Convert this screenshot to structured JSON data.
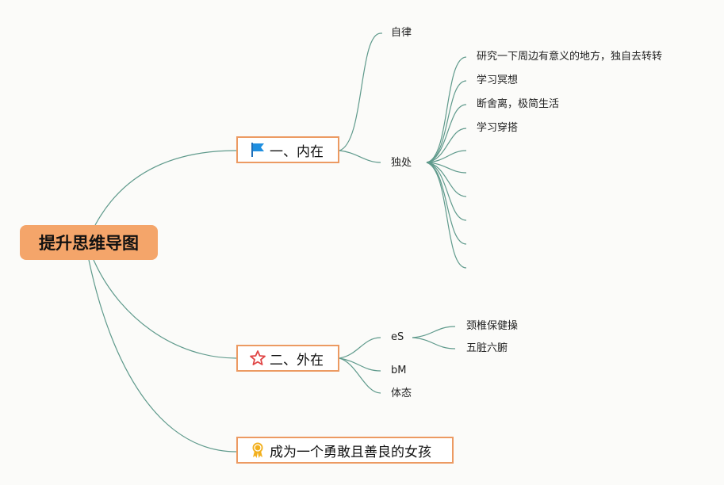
{
  "root": {
    "label": "提升思维导图"
  },
  "branches": [
    {
      "label": "一、内在",
      "icon": "flag-icon",
      "children": [
        {
          "label": "自律"
        },
        {
          "label": "独处",
          "children": [
            "研究一下周边有意义的地方，独自去转转",
            "学习冥想",
            "断舍离，极简生活",
            "学习穿搭",
            "",
            "",
            "",
            "",
            "",
            ""
          ]
        }
      ]
    },
    {
      "label": "二、外在",
      "icon": "star-icon",
      "children": [
        {
          "label": "eS",
          "children": [
            "颈椎保健操",
            "五脏六腑"
          ]
        },
        {
          "label": "bM"
        },
        {
          "label": "体态"
        }
      ]
    },
    {
      "label": "成为一个勇敢且善良的女孩",
      "icon": "award-ribbon-icon"
    }
  ],
  "colors": {
    "root_fill": "#f4a56a",
    "branch_border": "#ec9a62",
    "connector": "#5f9a8c",
    "flag": "#1f8fe0",
    "star": "#e04646",
    "award": "#f2b01e"
  }
}
